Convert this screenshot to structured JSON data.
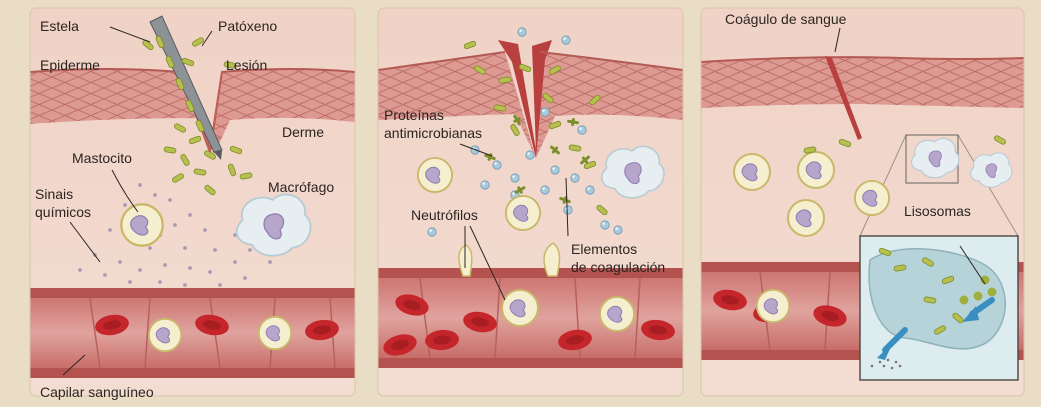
{
  "labels": {
    "stylus": "Estela",
    "pathogen": "Patóxeno",
    "epidermis": "Epiderme",
    "injury": "Lesión",
    "dermis": "Derme",
    "mast_cell": "Mastocito",
    "macrophage": "Macrófago",
    "chemical_signals_line1": "Sinais",
    "chemical_signals_line2": "químicos",
    "capillary": "Capilar sanguíneo",
    "antimicrobial_line1": "Proteínas",
    "antimicrobial_line2": "antimicrobianas",
    "neutrophils": "Neutrófilos",
    "clotting_line1": "Elementos",
    "clotting_line2": "de coagulación",
    "blood_clot": "Coágulo de sangue",
    "lysosomes": "Lisosomas"
  },
  "colors": {
    "page": "#e9ddc6",
    "dermis": "#efcfc2",
    "epidermis": "#d98c86",
    "wound": "#b8403f",
    "vessel_wall": "#c96a66",
    "red_cell": "#c4262c",
    "white_cell": "#f5efcf",
    "nucleus": "#b6a6cc",
    "bacterium": "#b7c04c",
    "protein": "#a9c9dc",
    "macrophage": "#e6eef1",
    "inset_bg": "#dcecef"
  }
}
